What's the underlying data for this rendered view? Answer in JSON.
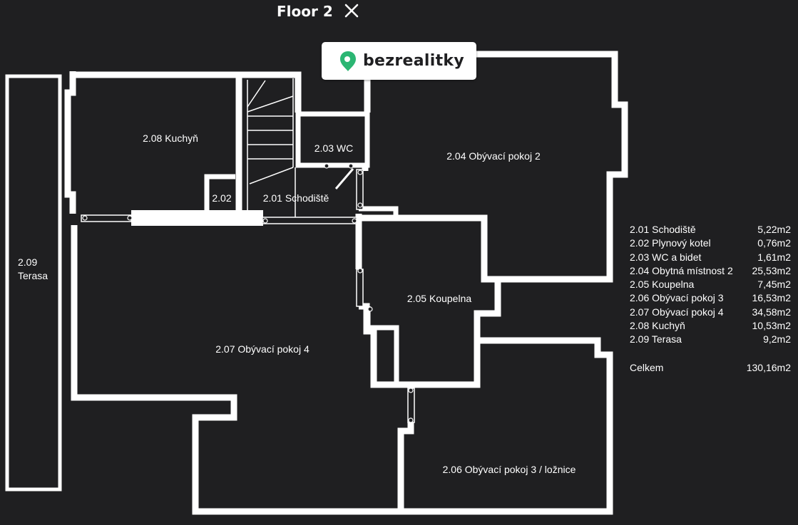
{
  "header": {
    "title": "Floor 2",
    "close_icon": "close-icon"
  },
  "brand": {
    "name": "bezrealitky",
    "icon": "map-pin-icon",
    "accent": "#2bb673"
  },
  "rooms": {
    "r201": "2.01 Schodiště",
    "r202": "2.02",
    "r203": "2.03 WC",
    "r204": "2.04 Obývací pokoj 2",
    "r205": "2.05 Koupelna",
    "r206": "2.06 Obývací pokoj 3 / ložnice",
    "r207": "2.07 Obývací pokoj 4",
    "r208": "2.08 Kuchyň",
    "r209_line1": "2.09",
    "r209_line2": "Terasa"
  },
  "areas": {
    "rows": [
      {
        "name": "2.01 Schodiště",
        "value": "5,22m2"
      },
      {
        "name": "2.02 Plynový kotel",
        "value": "0,76m2"
      },
      {
        "name": "2.03 WC a bidet",
        "value": "1,61m2"
      },
      {
        "name": "2.04 Obytná místnost 2",
        "value": "25,53m2"
      },
      {
        "name": "2.05 Koupelna",
        "value": "7,45m2"
      },
      {
        "name": "2.06 Obývací pokoj 3",
        "value": "16,53m2"
      },
      {
        "name": "2.07 Obývací pokoj 4",
        "value": "34,58m2"
      },
      {
        "name": "2.08 Kuchyň",
        "value": "10,53m2"
      },
      {
        "name": "2.09 Terasa",
        "value": "9,2m2"
      }
    ],
    "total_label": "Celkem",
    "total_value": "130,16m2"
  },
  "colors": {
    "background": "#1f1f21",
    "walls": "#ffffff"
  }
}
